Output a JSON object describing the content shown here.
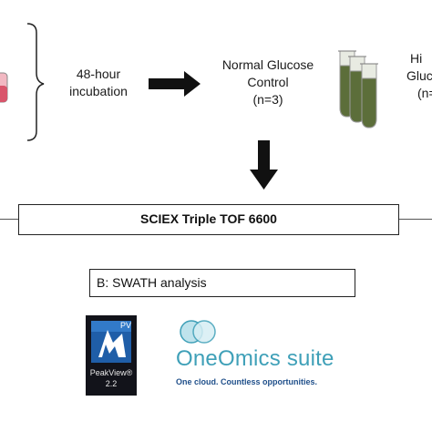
{
  "workflow": {
    "incubation_label_line1": "48-hour",
    "incubation_label_line2": "incubation",
    "normal_glucose_line1": "Normal Glucose",
    "normal_glucose_line2": "Control",
    "normal_glucose_line3": "(n=3)",
    "high_glucose_line1": "Hi",
    "high_glucose_line2": "Gluc",
    "high_glucose_line3": "(n="
  },
  "instrument": {
    "label": "SCIEX Triple TOF 6600"
  },
  "analysis": {
    "label": "B: SWATH analysis"
  },
  "software": {
    "peakview_name": "PeakView®",
    "peakview_version": "2.2",
    "peakview_badge": "PV",
    "oneomics_name": "OneOmics suite",
    "oneomics_tagline": "One cloud. Countless opportunities."
  },
  "colors": {
    "tube_liquid": "#5c6e3a",
    "oneomics_teal": "#3fa0b8",
    "oneomics_tagline": "#1f4f8a",
    "peakview_bg": "#12131a",
    "pink_sample": "#d9556b"
  }
}
